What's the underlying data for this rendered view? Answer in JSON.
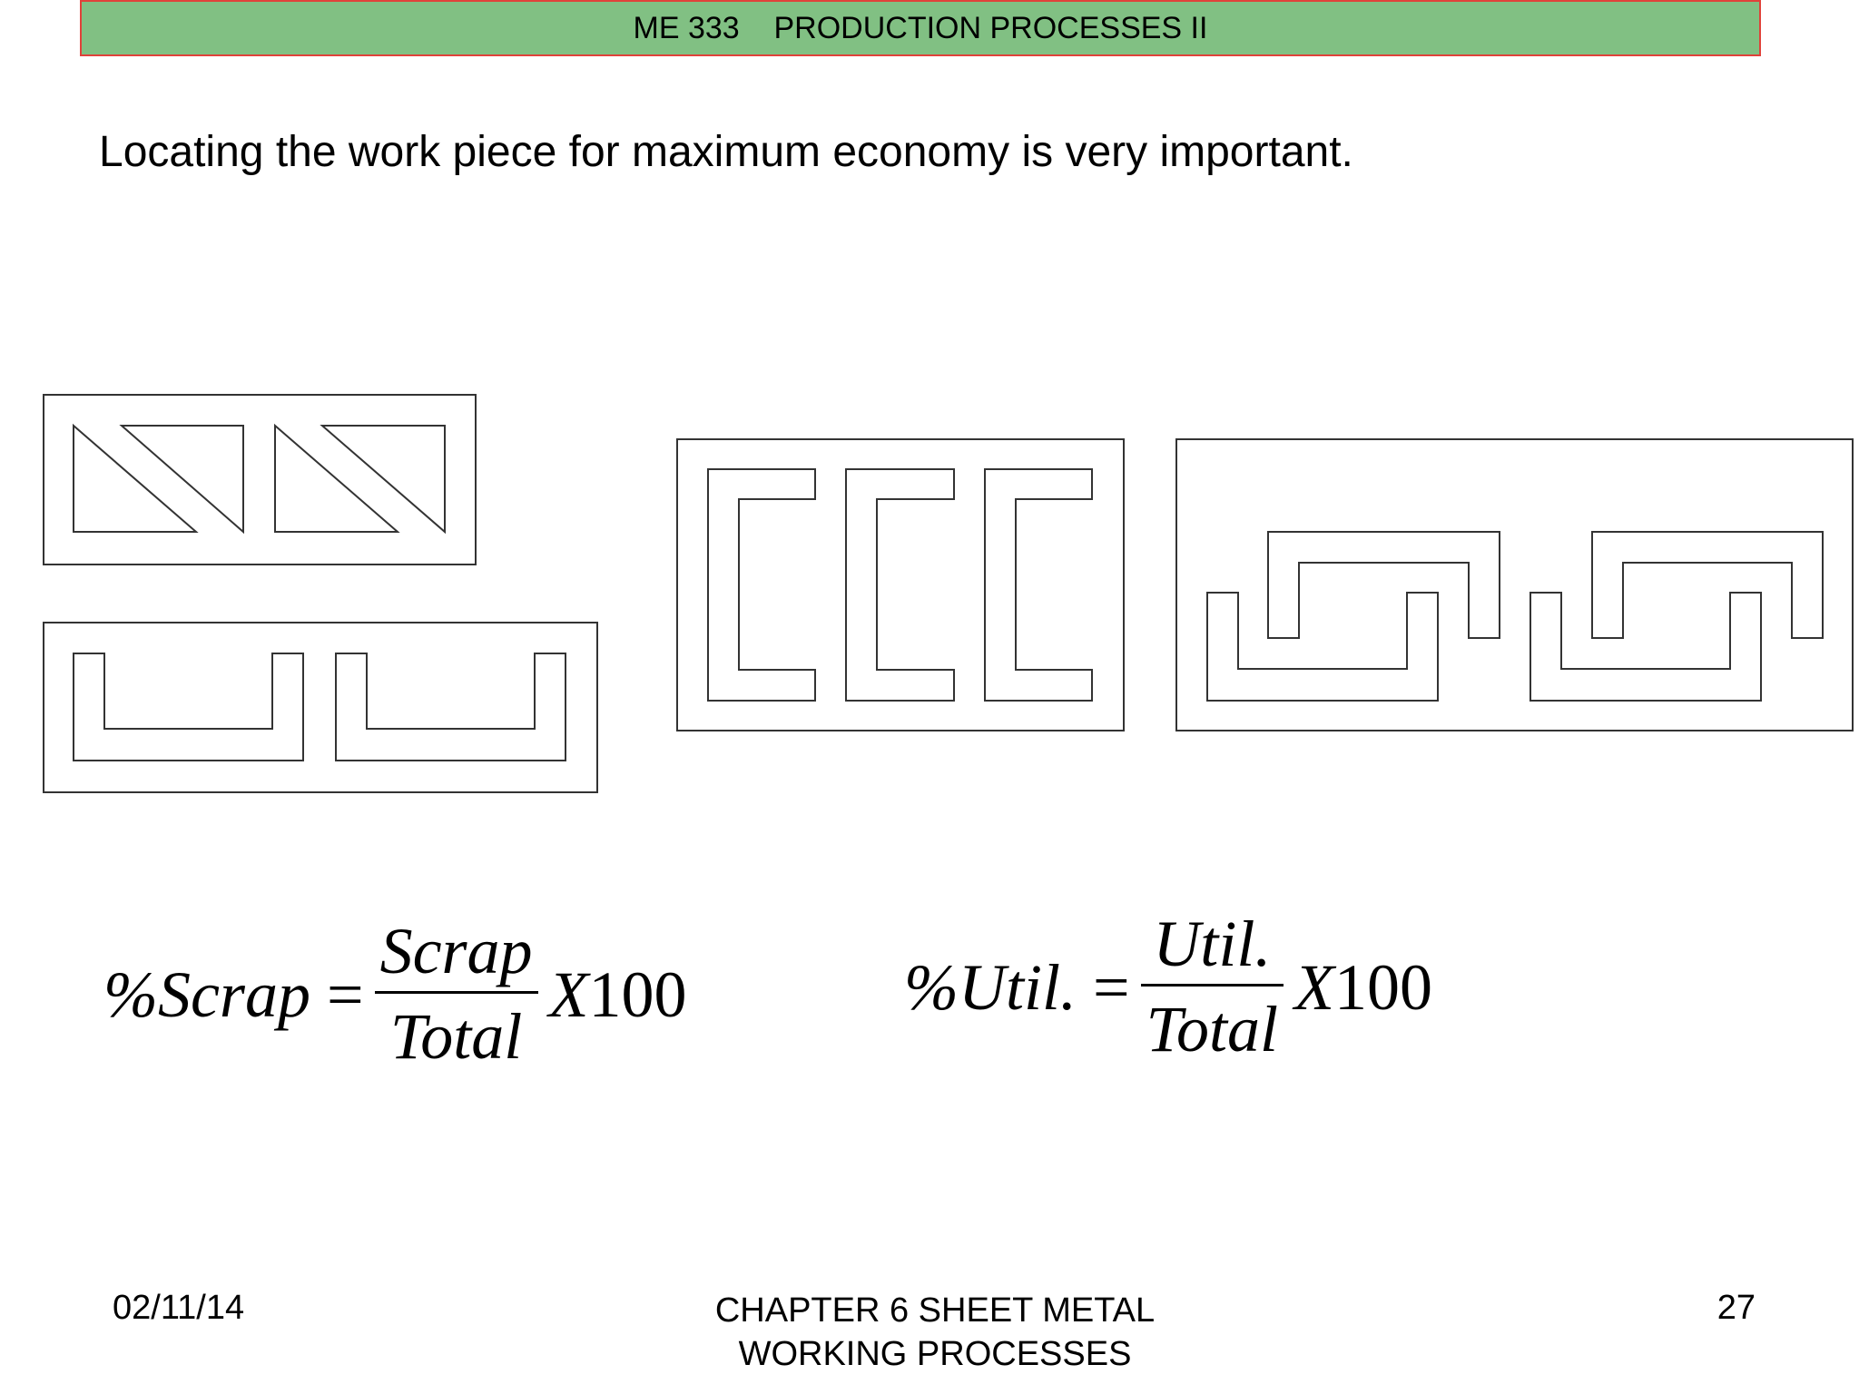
{
  "header": {
    "title": "ME 333    PRODUCTION PROCESSES II",
    "bar_color": "#81c083",
    "border_color": "#e0423a"
  },
  "heading": "Locating the work piece for maximum economy is very important.",
  "figures": {
    "layouts": [
      "triangles-strip",
      "channels-strip",
      "c-sections-strip",
      "interlocked-z-strip"
    ]
  },
  "formulas": {
    "scrap": {
      "lhs": "%Scrap",
      "equals": "=",
      "numerator": "Scrap",
      "denominator": "Total",
      "multiplier": "X",
      "factor": "100"
    },
    "util": {
      "lhs": "%Util.",
      "equals": "=",
      "numerator": "Util.",
      "denominator": "Total",
      "multiplier": "X",
      "factor": "100"
    }
  },
  "footer": {
    "date": "02/11/14",
    "chapter_line1": "CHAPTER 6 SHEET METAL",
    "chapter_line2": "WORKING PROCESSES",
    "page": "27"
  }
}
